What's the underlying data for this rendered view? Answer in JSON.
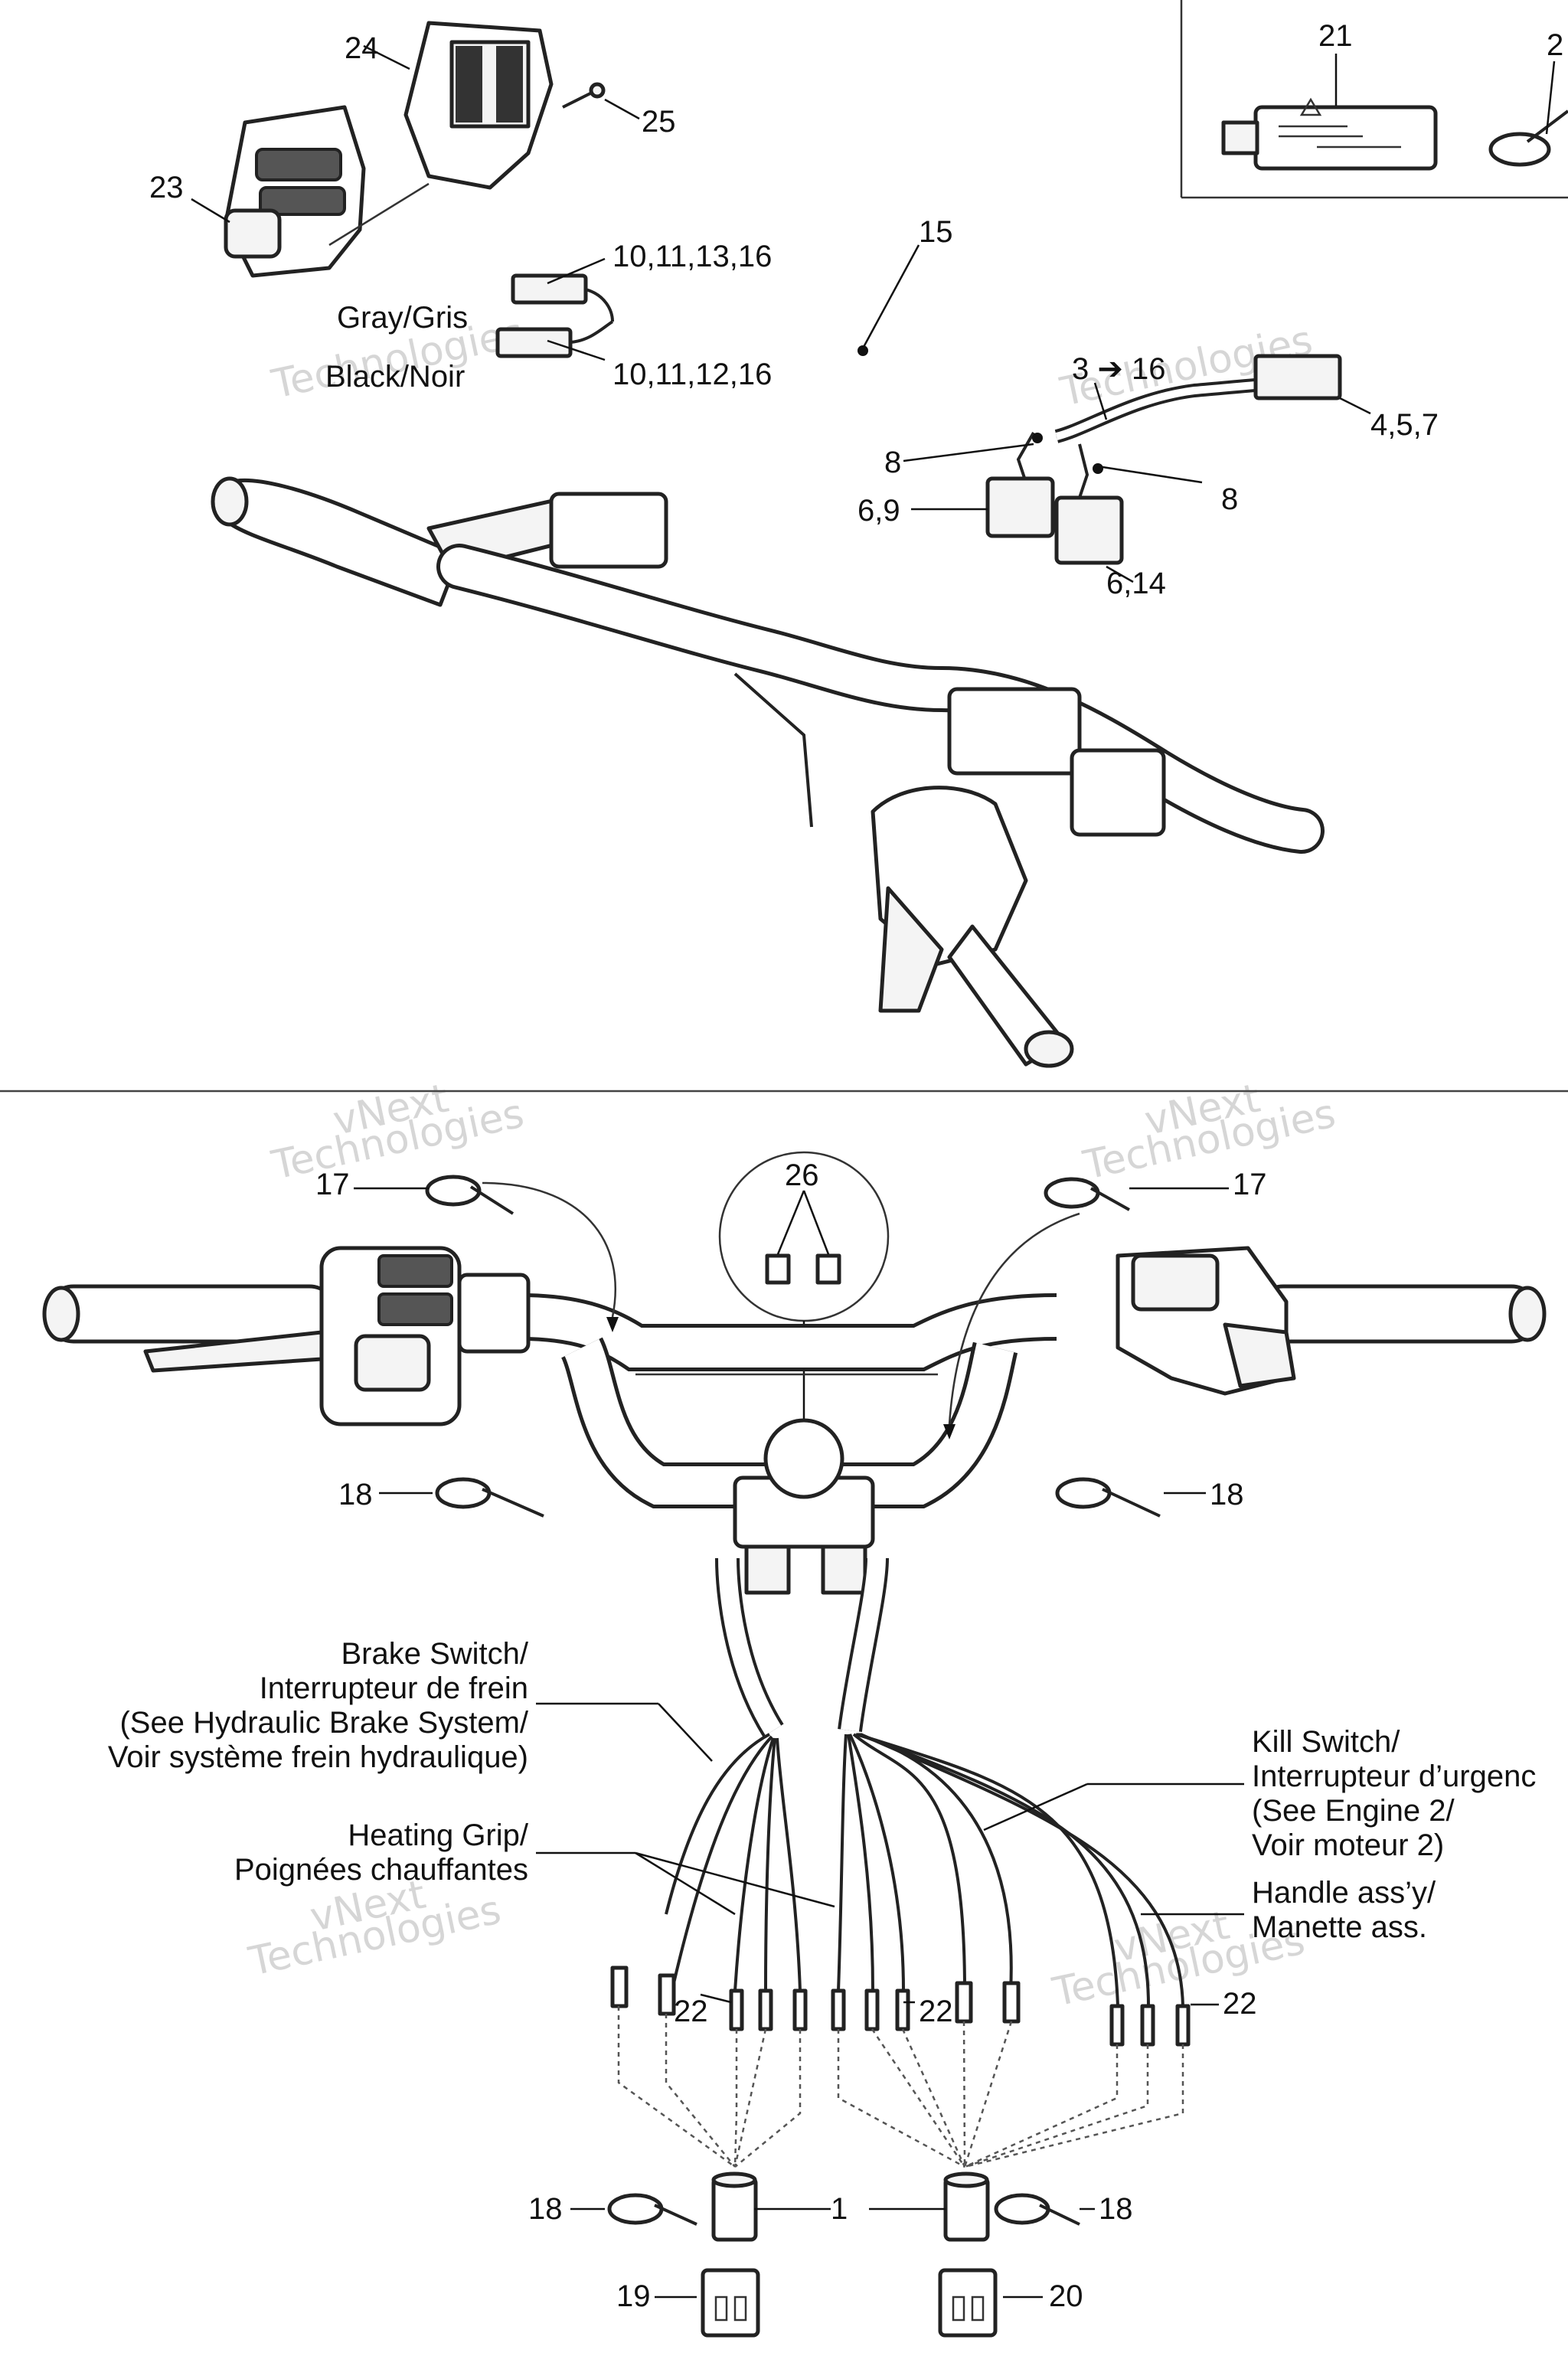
{
  "callouts": {
    "c1": "1",
    "c4_5_7": "4,5,7",
    "c6_9": "6,9",
    "c6_14": "6,14",
    "c8a": "8",
    "c8b": "8",
    "c10_11_12_16": "10,11,12,16",
    "c10_11_13_16": "10,11,13,16",
    "c15": "15",
    "c3_16": "3 ➔ 16",
    "c17a": "17",
    "c17b": "17",
    "c18a": "18",
    "c18b": "18",
    "c18c": "18",
    "c18d": "18",
    "c19": "19",
    "c20": "20",
    "c21": "21",
    "c2x": "2",
    "c22a": "22",
    "c22b": "22",
    "c22c": "22",
    "c23": "23",
    "c24": "24",
    "c25": "25",
    "c26": "26"
  },
  "wire_labels": {
    "gray": "Gray/Gris",
    "black": "Black/Noir"
  },
  "notes": {
    "brake": [
      "Brake Switch/",
      "Interrupteur de frein",
      "(See Hydraulic Brake System/",
      "Voir système frein hydraulique)"
    ],
    "kill": [
      "Kill Switch/",
      "Interrupteur d’urgenc",
      "(See Engine 2/",
      "Voir moteur 2)"
    ],
    "heating": [
      "Heating Grip/",
      "Poignées chauffantes"
    ],
    "handle": [
      "Handle ass’y/",
      "Manette ass."
    ]
  },
  "watermark": {
    "line1": "vNext",
    "line2": "Technologies",
    "line3": "vNext Technologies"
  }
}
